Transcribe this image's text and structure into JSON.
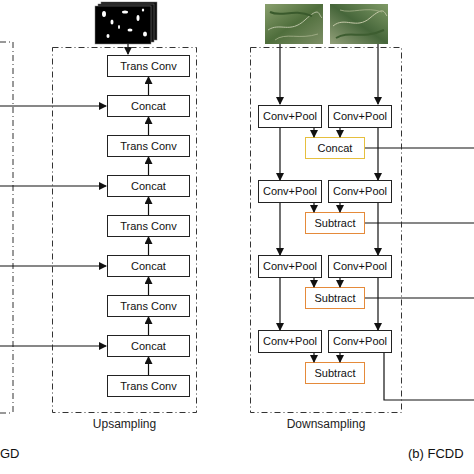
{
  "diagram": {
    "nodes": [
      {
        "text": [
          "Upsampling"
        ]
      },
      {
        "text": [
          "Trans Conv"
        ],
        "in": 0
      },
      {
        "text": [
          "Concat"
        ],
        "in": 0
      },
      {
        "text": [
          "Trans Conv"
        ],
        "in": 0
      },
      {
        "text": [
          "Concat"
        ],
        "in": 0
      },
      {
        "text": [
          "Trans Conv"
        ],
        "in": 0
      },
      {
        "text": [
          "Concat"
        ],
        "in": 0
      },
      {
        "text": [
          "Trans Conv"
        ],
        "in": 0
      },
      {
        "text": [
          "Concat"
        ],
        "in": 0
      },
      {
        "text": [
          "Trans Conv"
        ],
        "in": 0
      },
      {
        "text": [
          "Downsampling"
        ]
      },
      {
        "text": [
          "Conv+Pool"
        ],
        "in": 10
      },
      {
        "text": [
          "Conv+Pool"
        ],
        "in": 10
      },
      {
        "text": [
          "Concat"
        ],
        "in": 10
      },
      {
        "text": [
          "Conv+Pool"
        ],
        "in": 10
      },
      {
        "text": [
          "Conv+Pool"
        ],
        "in": 10
      },
      {
        "text": [
          "Subtract"
        ],
        "in": 10
      },
      {
        "text": [
          "Conv+Pool"
        ],
        "in": 10
      },
      {
        "text": [
          "Conv+Pool"
        ],
        "in": 10
      },
      {
        "text": [
          "Subtract"
        ],
        "in": 10
      },
      {
        "text": [
          "Conv+Pool"
        ],
        "in": 10
      },
      {
        "text": [
          "Conv+Pool"
        ],
        "in": 10
      },
      {
        "text": [
          "Subtract"
        ],
        "in": 10
      }
    ],
    "edges": [
      {
        "from": 9,
        "to": 8,
        "arrow": "to"
      },
      {
        "from": 8,
        "to": 7,
        "arrow": "to"
      },
      {
        "from": 7,
        "to": 6,
        "arrow": "to"
      },
      {
        "from": 6,
        "to": 5,
        "arrow": "to"
      },
      {
        "from": 5,
        "to": 4,
        "arrow": "to"
      },
      {
        "from": 4,
        "to": 3,
        "arrow": "to"
      },
      {
        "from": 3,
        "to": 2,
        "arrow": "to"
      },
      {
        "from": 2,
        "to": 1,
        "arrow": "to"
      },
      {
        "from": 11,
        "to": 14,
        "arrow": "to"
      },
      {
        "from": 12,
        "to": 15,
        "arrow": "to"
      },
      {
        "from": 14,
        "to": 17,
        "arrow": "to"
      },
      {
        "from": 15,
        "to": 18,
        "arrow": "to"
      },
      {
        "from": 17,
        "to": 20,
        "arrow": "to"
      },
      {
        "from": 18,
        "to": 21,
        "arrow": "to"
      },
      {
        "from": 11,
        "to": 13,
        "arrow": "to"
      },
      {
        "from": 12,
        "to": 13,
        "arrow": "to"
      },
      {
        "from": 14,
        "to": 16,
        "arrow": "to"
      },
      {
        "from": 15,
        "to": 16,
        "arrow": "to"
      },
      {
        "from": 17,
        "to": 19,
        "arrow": "to"
      },
      {
        "from": 18,
        "to": 19,
        "arrow": "to"
      },
      {
        "from": 20,
        "to": 22,
        "arrow": "to"
      },
      {
        "from": 21,
        "to": 22,
        "arrow": "to"
      }
    ],
    "labels": [
      "GD",
      "(b) FCDD"
    ]
  }
}
